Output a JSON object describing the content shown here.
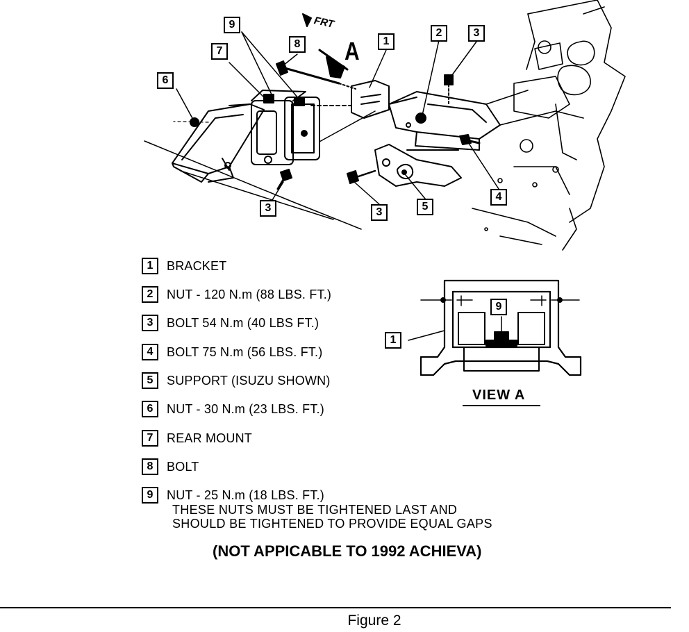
{
  "diagram": {
    "direction_label": "FRT",
    "view_marker": "A",
    "callouts": {
      "c1": "1",
      "c2": "2",
      "c3a": "3",
      "c3b": "3",
      "c3c": "3",
      "c4": "4",
      "c5": "5",
      "c6": "6",
      "c7": "7",
      "c8": "8",
      "c9": "9"
    }
  },
  "view_a": {
    "title": "VIEW A",
    "callout_1": "1",
    "callout_9": "9"
  },
  "legend": [
    {
      "num": "1",
      "text": "BRACKET"
    },
    {
      "num": "2",
      "text": "NUT - 120 N.m (88 LBS. FT.)"
    },
    {
      "num": "3",
      "text": "BOLT 54 N.m (40 LBS FT.)"
    },
    {
      "num": "4",
      "text": "BOLT 75 N.m (56 LBS. FT.)"
    },
    {
      "num": "5",
      "text": "SUPPORT (ISUZU SHOWN)"
    },
    {
      "num": "6",
      "text": "NUT - 30 N.m (23 LBS. FT.)"
    },
    {
      "num": "7",
      "text": "REAR MOUNT"
    },
    {
      "num": "8",
      "text": "BOLT"
    },
    {
      "num": "9",
      "text": "NUT - 25 N.m (18 LBS. FT.)"
    }
  ],
  "note_lines": [
    "THESE NUTS MUST BE TIGHTENED LAST AND",
    "SHOULD BE TIGHTENED TO PROVIDE EQUAL GAPS"
  ],
  "not_applicable": "(NOT APPICABLE TO 1992 ACHIEVA)",
  "caption": "Figure 2"
}
